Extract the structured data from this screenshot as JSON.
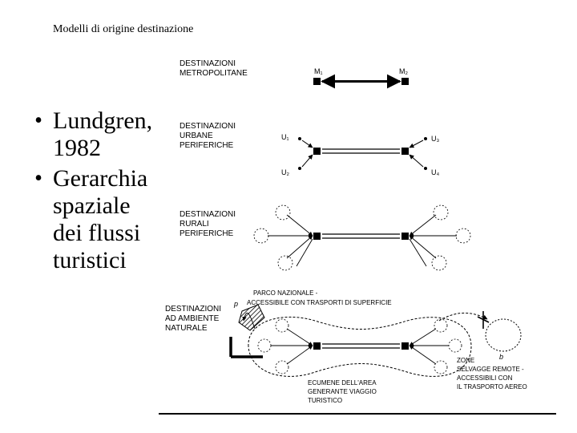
{
  "slide": {
    "title": "Modelli di origine destinazione"
  },
  "bullets": [
    {
      "text": "Lundgren,\n1982"
    },
    {
      "text": "Gerarchia\nspaziale\ndei flussi\nturistici"
    }
  ],
  "diagram": {
    "panel1": {
      "label_line1": "DESTINAZIONI",
      "label_line2": "METROPOLITANE",
      "node_left": "M₁",
      "node_right": "M₂"
    },
    "panel2": {
      "label_line1": "DESTINAZIONI",
      "label_line2": "URBANE",
      "label_line3": "PERIFERICHE",
      "u1": "U₁",
      "u2": "U₂",
      "u3": "U₃",
      "u4": "U₄"
    },
    "panel3": {
      "label_line1": "DESTINAZIONI",
      "label_line2": "RURALI",
      "label_line3": "PERIFERICHE"
    },
    "panel4": {
      "label_line1": "DESTINAZIONI",
      "label_line2": "AD AMBIENTE",
      "label_line3": "NATURALE",
      "park_line1": "PARCO NAZIONALE -",
      "park_line2": "ACCESSIBILE CON TRASPORTI DI SUPERFICIE",
      "zone_line1": "ZONE",
      "zone_line2": "SELVAGGE REMOTE -",
      "zone_line3": "ACCESSIBILI CON",
      "zone_line4": "IL TRASPORTO AEREO",
      "ecum_line1": "ECUMENE DELL'AREA",
      "ecum_line2": "GENERANTE VIAGGIO",
      "ecum_line3": "TURISTICO",
      "node_p": "p",
      "node_b": "b"
    }
  }
}
